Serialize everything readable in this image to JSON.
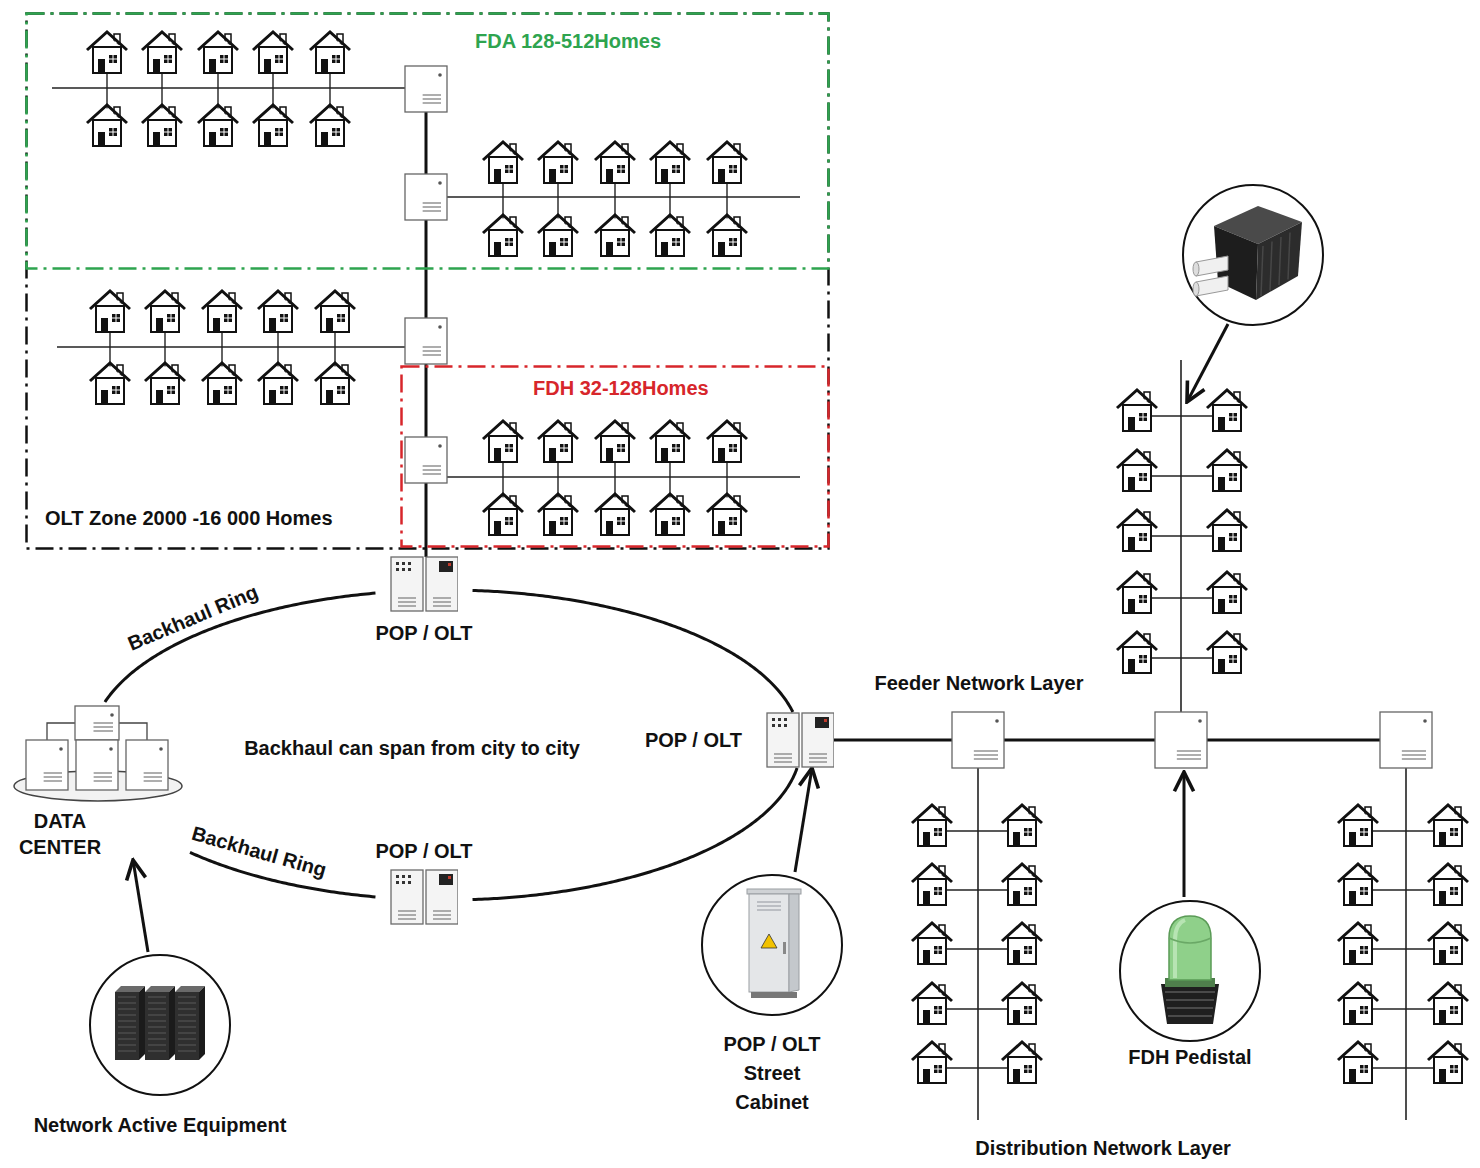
{
  "diagram": {
    "nodes": [
      {
        "text": [
          "OLT Zone 2000 -16 000 Homes"
        ]
      },
      {
        "text": [
          "FDA 128-512Homes"
        ],
        "in": 0
      },
      {
        "text": [
          "FDH 32-128Homes"
        ],
        "in": 0
      },
      {
        "text": [
          "POP / OLT"
        ]
      },
      {
        "text": [
          "DATA CENTER"
        ]
      },
      {
        "text": [
          "POP / OLT"
        ]
      },
      {
        "text": [
          "POP / OLT"
        ]
      },
      {
        "text": [
          "Network Active Equipment"
        ]
      },
      {
        "text": [
          "POP / OLT Street Cabinet"
        ]
      },
      {
        "text": [
          "FDH Pedistal"
        ]
      }
    ],
    "edges": [
      {
        "from": 4,
        "to": 3,
        "arrow": "none",
        "label": "Backhaul Ring"
      },
      {
        "from": 3,
        "to": 5,
        "arrow": "none"
      },
      {
        "from": 5,
        "to": 6,
        "arrow": "none"
      },
      {
        "from": 6,
        "to": 4,
        "arrow": "none",
        "label": "Backhaul Ring"
      },
      {
        "from": 7,
        "to": 4,
        "arrow": "to"
      },
      {
        "from": 8,
        "to": 5,
        "arrow": "to"
      }
    ],
    "labels": [
      "Backhaul can span from city to city",
      "Feeder Network Layer",
      "Distribution Network Layer"
    ]
  }
}
